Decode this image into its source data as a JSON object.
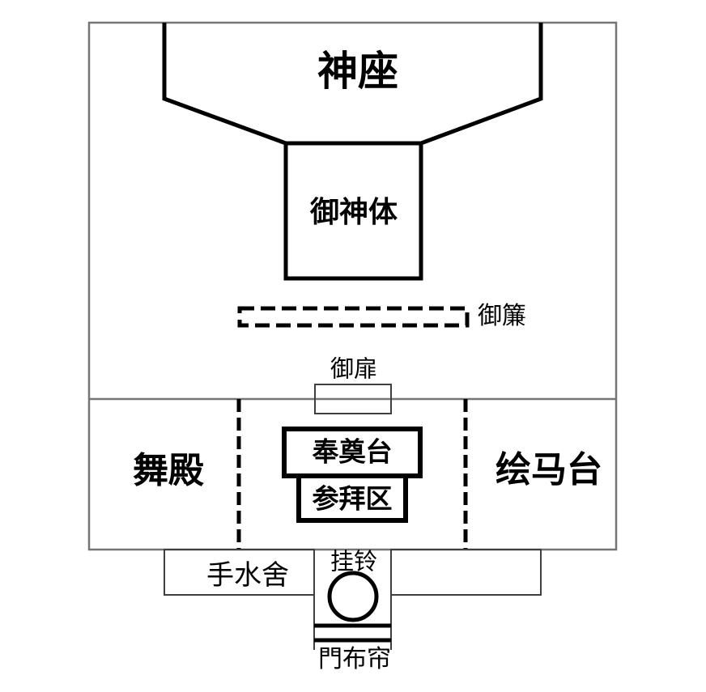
{
  "diagram": {
    "labels": {
      "shinza": "神座",
      "goshintai": "御神体",
      "misu": "御簾",
      "mitobira": "御扉",
      "maidono": "舞殿",
      "hoten_dai": "奉奠台",
      "sanpai_qu": "参拜区",
      "emadai": "绘马台",
      "chozusha": "手水舍",
      "gualing": "挂铃",
      "menbulian": "門布帘"
    },
    "colors": {
      "thick_line": "#000000",
      "outer_wall_line": "#757575",
      "thin_box_line": "#3f3f3f",
      "background": "#ffffff",
      "text": "#000000"
    }
  }
}
